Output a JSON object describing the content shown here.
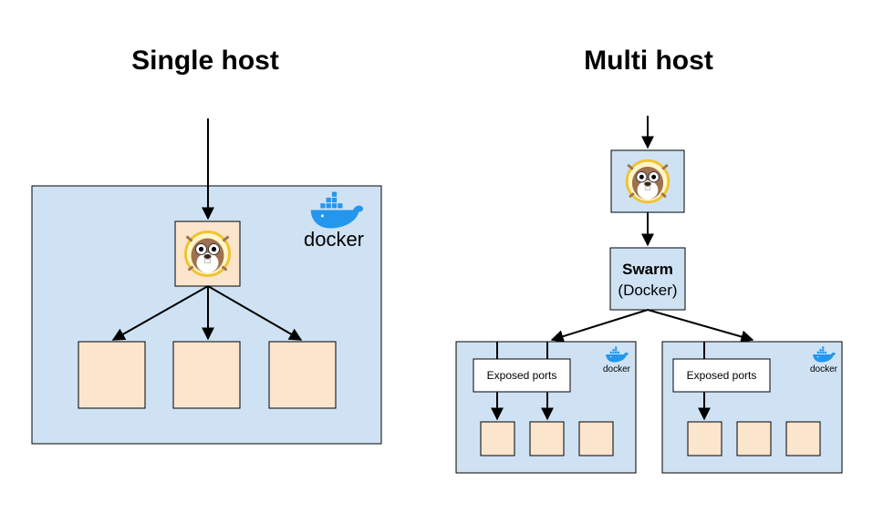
{
  "single_host": {
    "title": "Single host",
    "docker_logo_text": "docker"
  },
  "multi_host": {
    "title": "Multi host",
    "swarm_label": "Swarm",
    "swarm_sub": "(Docker)",
    "nodes": [
      {
        "exposed_ports_label": "Exposed ports",
        "docker_logo_text": "docker"
      },
      {
        "exposed_ports_label": "Exposed ports",
        "docker_logo_text": "docker"
      }
    ]
  },
  "colors": {
    "host_fill": "#cfe2f3",
    "container_fill": "#fce5cd",
    "docker_blue": "#2496ed",
    "gopher_brown": "#a0714f",
    "gopher_ring": "#f1c232"
  }
}
